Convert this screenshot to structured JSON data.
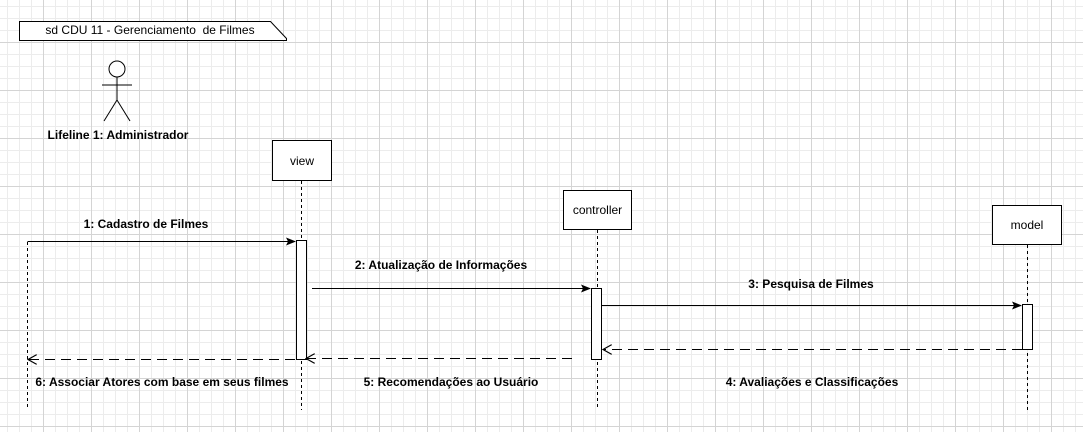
{
  "frame": {
    "title": "sd CDU 11 - Gerenciamento  de Filmes"
  },
  "actor": {
    "label": "Lifeline 1: Administrador"
  },
  "lifelines": [
    {
      "id": "view",
      "label": "view"
    },
    {
      "id": "controller",
      "label": "controller"
    },
    {
      "id": "model",
      "label": "model"
    }
  ],
  "messages": [
    {
      "label": "1: Cadastro de Filmes",
      "from": "actor",
      "to": "view",
      "style": "solid"
    },
    {
      "label": "2: Atualização de Informações",
      "from": "view",
      "to": "controller",
      "style": "solid"
    },
    {
      "label": "3: Pesquisa de Filmes",
      "from": "controller",
      "to": "model",
      "style": "solid"
    },
    {
      "label": "4: Avaliações e Classificações",
      "from": "model",
      "to": "controller",
      "style": "dashed"
    },
    {
      "label": "5: Recomendações ao Usuário",
      "from": "controller",
      "to": "view",
      "style": "dashed"
    },
    {
      "label": "6: Associar Atores com base em seus filmes",
      "from": "view",
      "to": "actor",
      "style": "dashed"
    }
  ],
  "colors": {
    "line": "#000000",
    "grid_major": "#d4d4d4",
    "grid_minor": "#ececec",
    "box_fill": "#ffffff"
  }
}
